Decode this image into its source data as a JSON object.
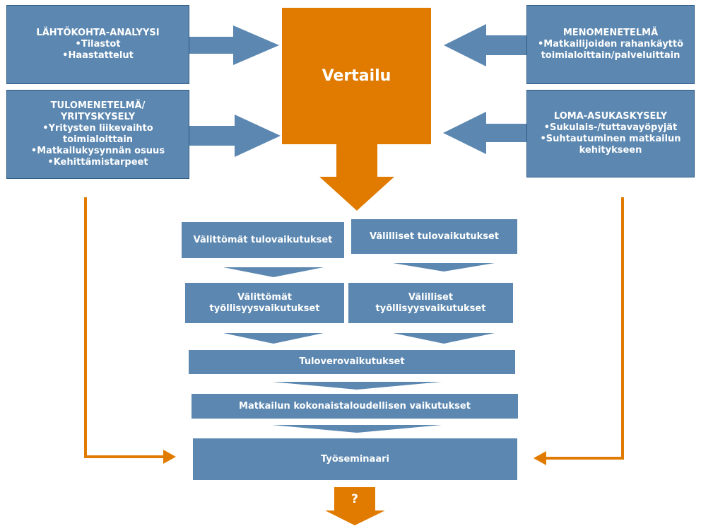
{
  "colors": {
    "blue": "#5b87b0",
    "blue_border": "#2f5a82",
    "orange": "#e07b00",
    "text": "#ffffff"
  },
  "center": {
    "label": "Vertailu"
  },
  "top_left": {
    "title": "LÄHTÖKOHTA-ANALYYSI",
    "items": [
      "•Tilastot",
      "•Haastattelut"
    ]
  },
  "mid_left": {
    "title_lines": [
      "TULOMENETELMÄ/",
      "YRITYSKYSELY"
    ],
    "items": [
      "•Yritysten liikevaihto",
      "toimialoittain",
      "•Matkailukysynnän osuus",
      "•Kehittämistarpeet"
    ]
  },
  "top_right": {
    "title": "MENOMENETELMÄ",
    "items": [
      "•Matkailijoiden rahankäyttö",
      "toimialoittain/palveluittain"
    ]
  },
  "mid_right": {
    "title": "LOMA-ASUKASKYSELY",
    "items": [
      "•Sukulais-/tuttavayöpyjät",
      "•Suhtautuminen matkailun",
      "kehitykseen"
    ]
  },
  "flow": {
    "direct_income": "Välittömät tulovaikutukset",
    "indirect_income": "Välilliset  tulovaikutukset",
    "direct_employment": [
      "Välittömät",
      "työllisyysvaikutukset"
    ],
    "indirect_employment": [
      "Välilliset",
      "työllisyysvaikutukset"
    ],
    "tax": "Tuloverovaikutukset",
    "total": "Matkailun kokonaistaloudellisen vaikutukset",
    "seminar": "Työseminaari",
    "question": "?"
  },
  "icons": [
    "right-arrow-icon",
    "left-arrow-icon",
    "down-arrow-icon",
    "elbow-arrow-icon"
  ]
}
